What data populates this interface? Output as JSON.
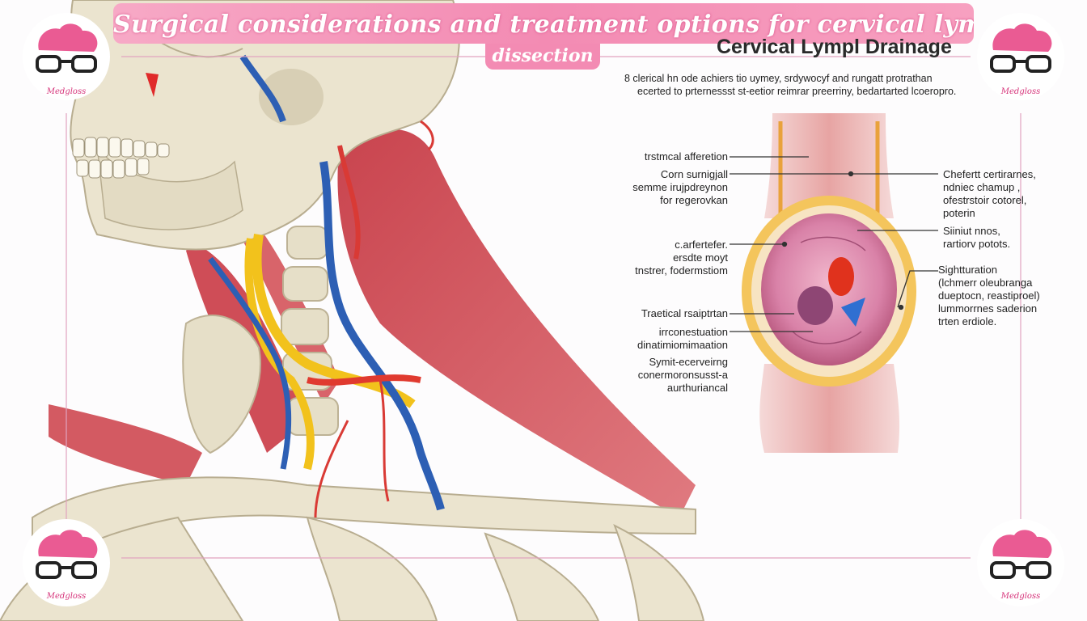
{
  "title_line1": "Surgical considerations and treatment options for cervical lymph node",
  "title_line2": "dissection",
  "heading": "Cervical Lympl Drainage",
  "subtitle_line1": "8 clerical hn ode achiers tio uymey, srdywocyf and rungatt protrathan",
  "subtitle_line2": "ecerted to prternessst st-eetior reimrar preerriny, bedartarted lcoeropro.",
  "brand": "Medgloss",
  "left_labels": [
    {
      "lines": [
        "trstmcal afferetion"
      ]
    },
    {
      "lines": [
        "Corn surnigjall",
        "semme irujpdreynon",
        "for regerovkan"
      ]
    },
    {
      "lines": [
        "c.arfertefer.",
        "ersdte moyt",
        "tnstrer, fodermstiom"
      ]
    },
    {
      "lines": [
        "Traetical rsaiptrtan"
      ]
    },
    {
      "lines": [
        "irrconestuation",
        "dinatimiomimaation"
      ]
    },
    {
      "lines": [
        "Symit-ecerveirng",
        "conermoronsusst-a",
        "aurthuriancal"
      ]
    }
  ],
  "right_labels": [
    {
      "lines": [
        "Chefertt certirarnes,",
        "ndniec chamup ,",
        "ofestrstoir cotorel,",
        "poterin"
      ]
    },
    {
      "lines": [
        "Siiniut nnos,",
        "rartiorv potots."
      ]
    },
    {
      "lines": [
        "Sightturation",
        "(lchmerr oleubranga",
        "dueptocn, reastiproel)",
        "lummorrnes saderion",
        "trten erdiole."
      ]
    }
  ],
  "colors": {
    "banner": "#f38bb3",
    "brand": "#d6337a",
    "bone": "#e9e2cc",
    "muscle": "#d3545c",
    "vein": "#2d5fb4",
    "nerve": "#f2c21c"
  }
}
